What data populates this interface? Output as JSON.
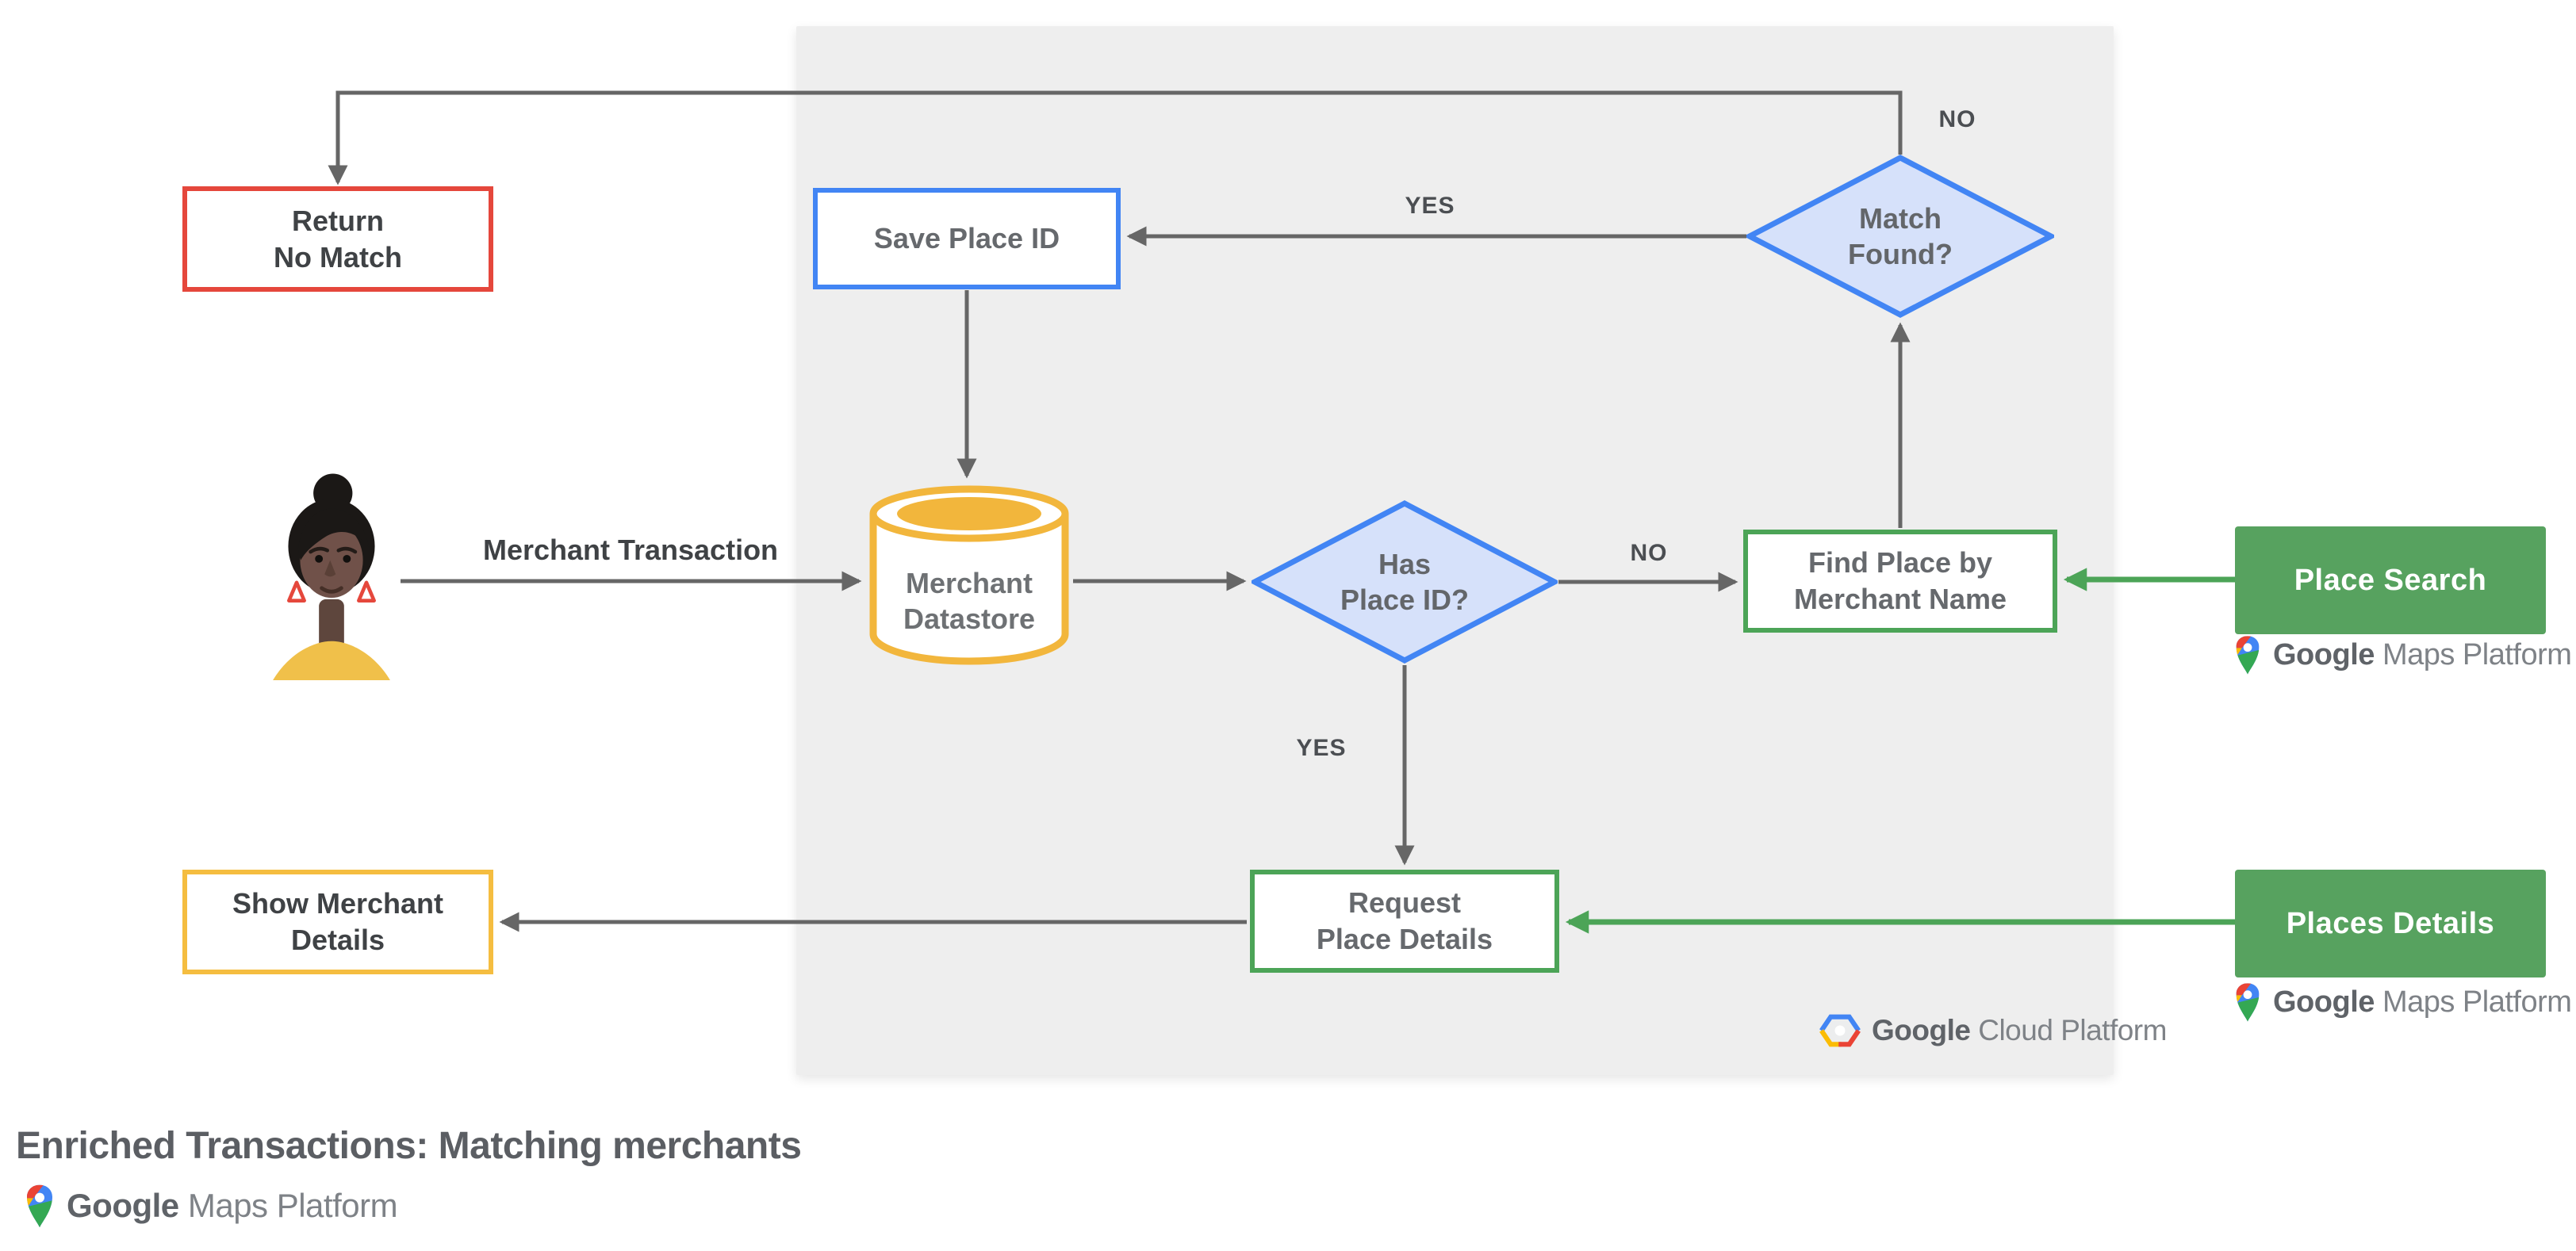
{
  "title": "Enriched Transactions: Matching merchants",
  "nodes": {
    "return_no_match": {
      "line1": "Return",
      "line2": "No Match"
    },
    "save_place_id": {
      "label": "Save Place ID"
    },
    "match_found": {
      "line1": "Match",
      "line2": "Found?"
    },
    "merchant_datastore": {
      "line1": "Merchant",
      "line2": "Datastore"
    },
    "has_place_id": {
      "line1": "Has",
      "line2": "Place ID?"
    },
    "find_place": {
      "line1": "Find Place by",
      "line2": "Merchant Name"
    },
    "request_place_details": {
      "line1": "Request",
      "line2": "Place Details"
    },
    "show_merchant_details": {
      "line1": "Show Merchant",
      "line2": "Details"
    },
    "place_search": {
      "label": "Place Search"
    },
    "places_details": {
      "label": "Places Details"
    }
  },
  "edge_labels": {
    "match_found_yes": "YES",
    "match_found_no": "NO",
    "has_place_id_no": "NO",
    "has_place_id_yes": "YES",
    "merchant_transaction": "Merchant Transaction"
  },
  "branding": {
    "gmp": {
      "bold": "Google",
      "light": "Maps Platform"
    },
    "gcp": {
      "bold": "Google",
      "light": "Cloud Platform"
    }
  },
  "colors": {
    "blue": "#4285F4",
    "blue_fill": "#D6E1FA",
    "red": "#E5473C",
    "yellow": "#F5BD40",
    "cylinder_yellow": "#F2B63C",
    "green_fill": "#57A25F",
    "green_border": "#4CA457",
    "wire_gray": "#666666",
    "panel_gray": "#EEEEEE",
    "brand_red": "#EA4335",
    "brand_blue": "#4285F4",
    "brand_yellow": "#FBBC04",
    "brand_green": "#34A853"
  }
}
